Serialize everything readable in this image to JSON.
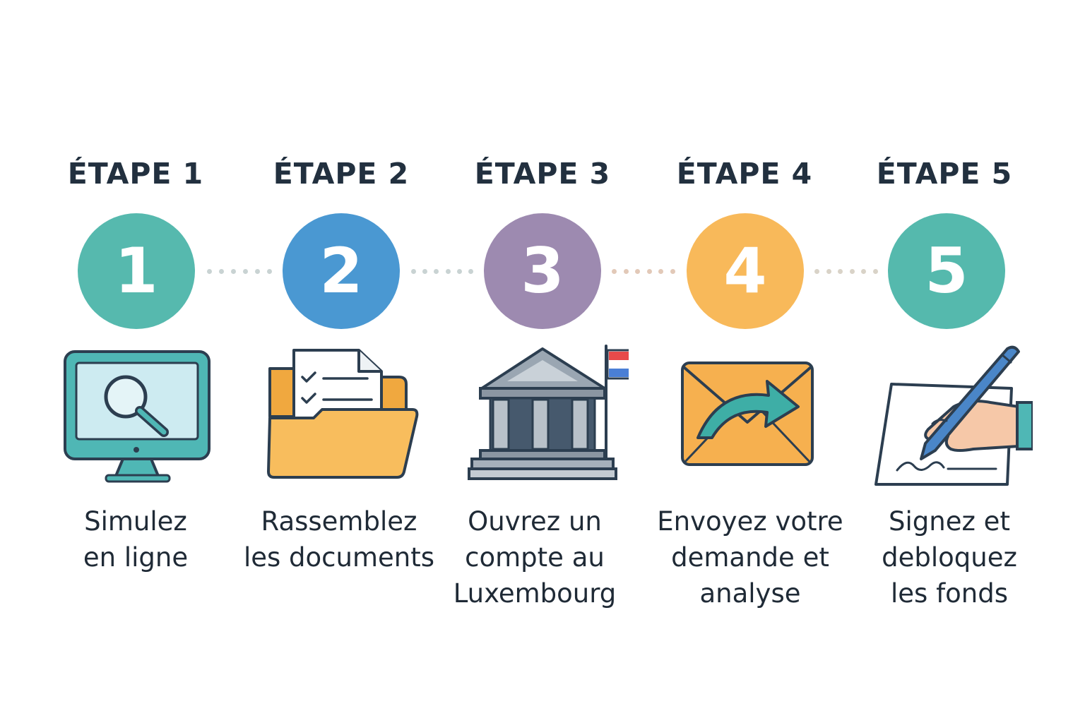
{
  "steps": [
    {
      "title": "ÉTAPE 1",
      "number": "1",
      "color": "#56b9ae",
      "icon": "monitor-search-icon",
      "label_lines": [
        "Simulez",
        "en ligne"
      ]
    },
    {
      "title": "ÉTAPE 2",
      "number": "2",
      "color": "#4a98d2",
      "icon": "folder-documents-icon",
      "label_lines": [
        "Rassemblez",
        "les documents"
      ]
    },
    {
      "title": "ÉTAPE 3",
      "number": "3",
      "color": "#9d8ab0",
      "icon": "bank-flag-icon",
      "label_lines": [
        "Ouvrez un",
        "compte au",
        "Luxembourg"
      ]
    },
    {
      "title": "ÉTAPE 4",
      "number": "4",
      "color": "#f8b95a",
      "icon": "envelope-send-icon",
      "label_lines": [
        "Envoyez votre",
        "demande et",
        "analyse"
      ]
    },
    {
      "title": "ÉTAPE 5",
      "number": "5",
      "color": "#55b9ad",
      "icon": "hand-signing-icon",
      "label_lines": [
        "Signez et",
        "debloquez",
        "les fonds"
      ]
    }
  ],
  "connector_colors": [
    "#c9d3d3",
    "#c9d3d3",
    "#e2c9b8",
    "#d9d3c8"
  ]
}
